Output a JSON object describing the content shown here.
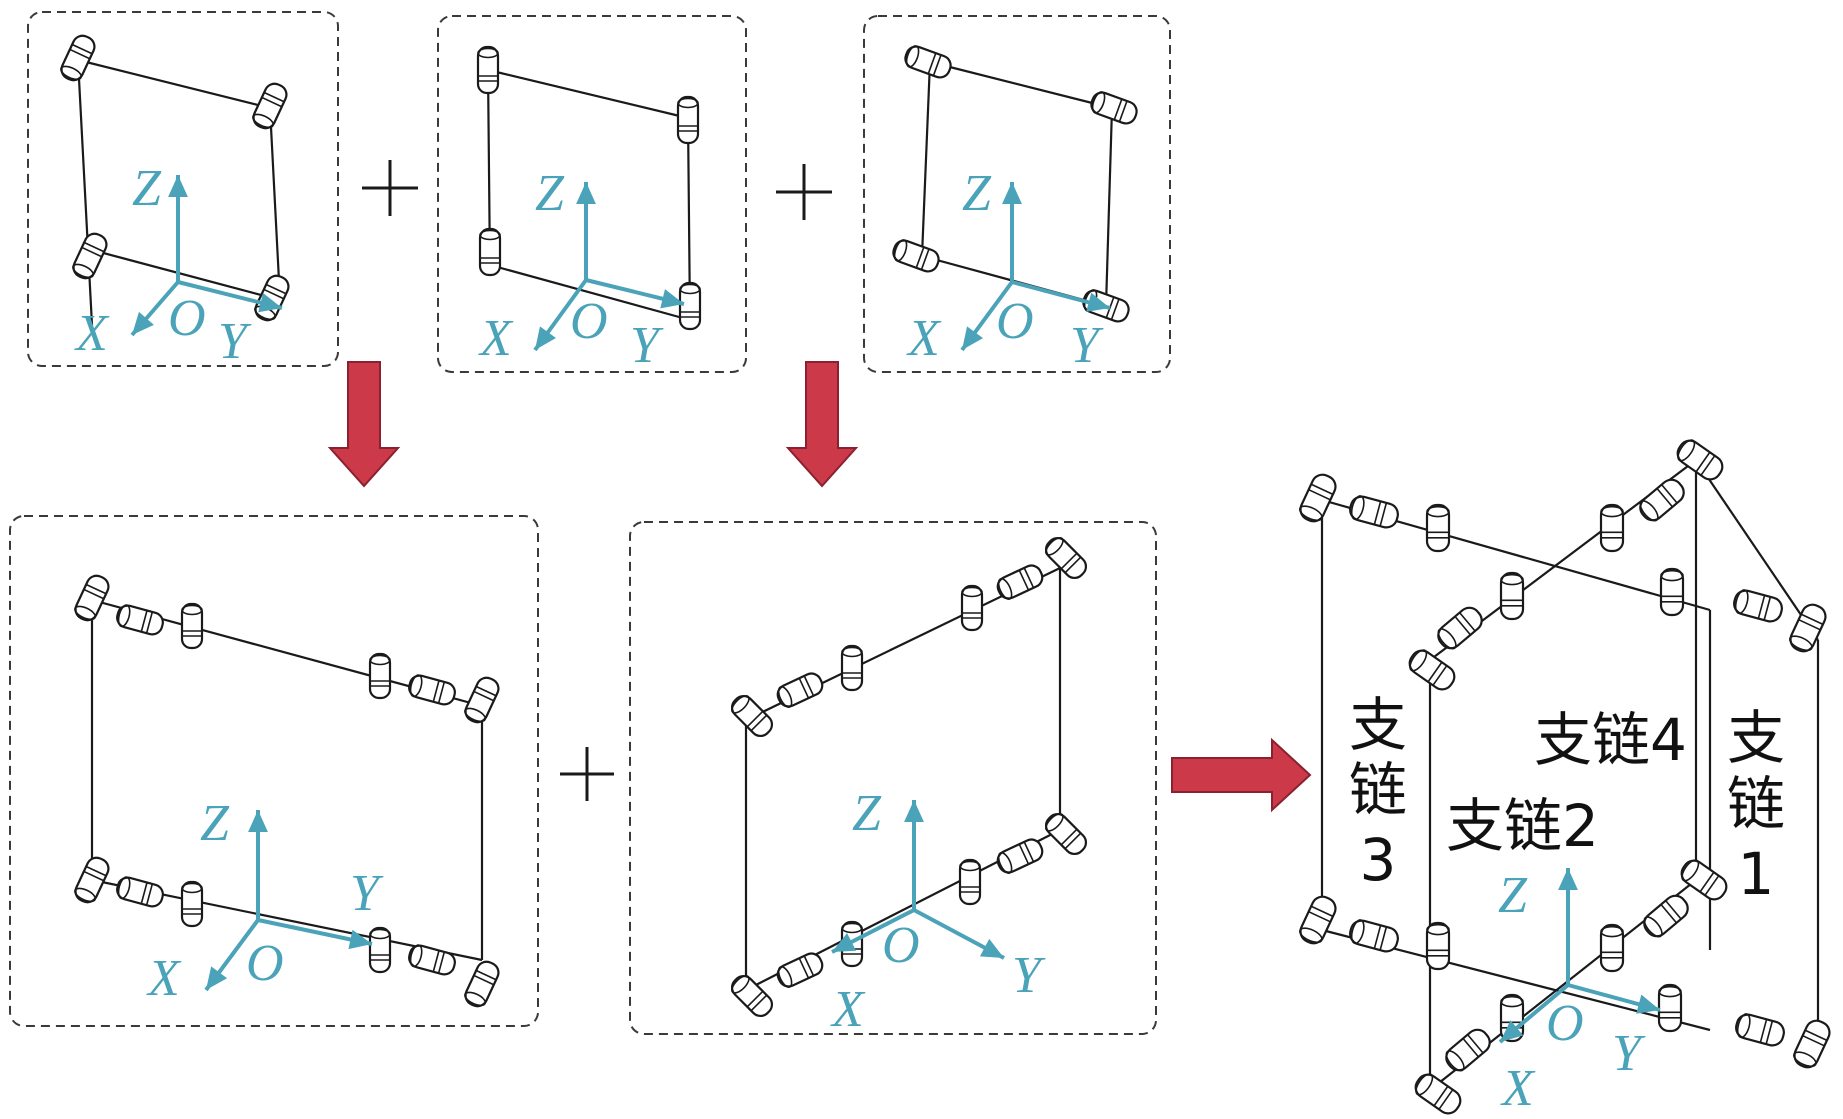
{
  "axes": {
    "x": "X",
    "y": "Y",
    "z": "Z",
    "origin": "O"
  },
  "operators": {
    "plus": "+"
  },
  "chain_labels": {
    "chain1": [
      "支",
      "链",
      "1"
    ],
    "chain2": "支链2",
    "chain3": [
      "支",
      "链",
      "3"
    ],
    "chain4": "支链4"
  },
  "colors": {
    "axis": "#4aa3b8",
    "arrow": "#cc3a4a",
    "line": "#1a1a1a",
    "box_border": "#3a3a3a"
  }
}
